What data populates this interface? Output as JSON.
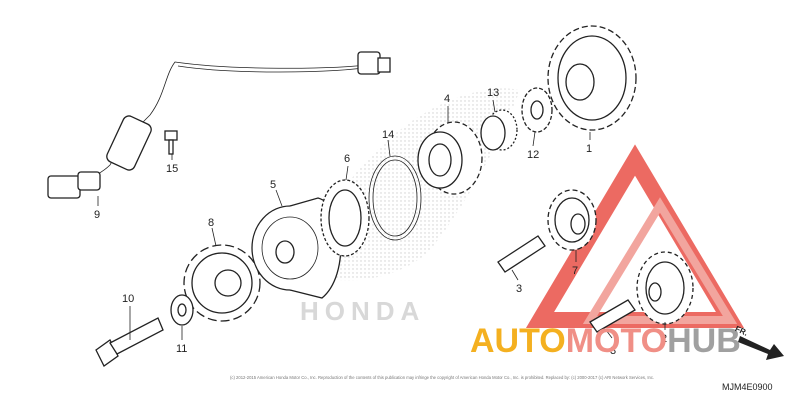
{
  "diagram": {
    "callouts": [
      "1",
      "2",
      "3",
      "3",
      "4",
      "5",
      "6",
      "7",
      "8",
      "9",
      "10",
      "11",
      "12",
      "13",
      "14",
      "15"
    ],
    "copyright": "(c) 2012-2015 American Honda Motor Co., Inc. Reproduction of the contents of this publication may infringe the copyright of American Honda Motor Co., Inc. is prohibited. Replaced by: (c) 2000-2017 (c) ARI Network Services, Inc.",
    "diagram_code": "MJM4E0900",
    "direction_label": "FR.",
    "brand_watermark": "HONDA",
    "site_watermark": {
      "part1": "AUTO",
      "part2": "MOTO",
      "part3": "HUB"
    },
    "colors": {
      "watermark_yellow": "#f4b020",
      "watermark_red": "#e8463c",
      "watermark_gray": "#a0a0a0",
      "line": "#222222"
    }
  }
}
